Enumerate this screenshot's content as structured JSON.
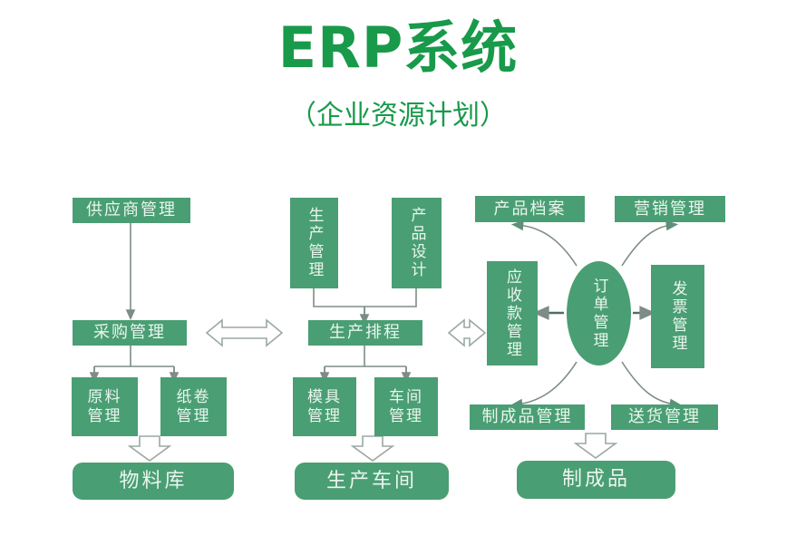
{
  "header": {
    "title": "ERP系统",
    "subtitle": "（企业资源计划）",
    "title_color": "#189a4a"
  },
  "theme": {
    "box_fill": "#4a9e73",
    "box_text": "#eaf6ef",
    "line_color": "#7d8d86",
    "arrow_outline": "#9aa9a2",
    "background": "#ffffff"
  },
  "nodes": {
    "supplier_mgmt": {
      "label": "供应商管理"
    },
    "purchase_mgmt": {
      "label": "采购管理"
    },
    "raw_material_mgmt": {
      "label": "原料\n管理"
    },
    "paper_roll_mgmt": {
      "label": "纸卷\n管理"
    },
    "material_warehouse": {
      "label": "物料库"
    },
    "production_mgmt": {
      "label": "生产管理"
    },
    "product_design": {
      "label": "产品设计"
    },
    "production_schedule": {
      "label": "生产排程"
    },
    "mold_mgmt": {
      "label": "模具\n管理"
    },
    "workshop_mgmt": {
      "label": "车间\n管理"
    },
    "production_workshop": {
      "label": "生产车间"
    },
    "product_archive": {
      "label": "产品档案"
    },
    "marketing_mgmt": {
      "label": "营销管理"
    },
    "receivable_mgmt": {
      "label": "应收款管理"
    },
    "order_mgmt": {
      "label": "订单管理"
    },
    "invoice_mgmt": {
      "label": "发票管理"
    },
    "finished_goods_mgmt": {
      "label": "制成品管理"
    },
    "delivery_mgmt": {
      "label": "送货管理"
    },
    "finished_goods": {
      "label": "制成品"
    }
  },
  "connections": [
    {
      "from": "supplier_mgmt",
      "to": "purchase_mgmt",
      "kind": "arrow-down"
    },
    {
      "from": "purchase_mgmt",
      "to": "raw_material_mgmt",
      "kind": "branch-down"
    },
    {
      "from": "purchase_mgmt",
      "to": "paper_roll_mgmt",
      "kind": "branch-down"
    },
    {
      "from": "raw_material_mgmt",
      "to": "material_warehouse",
      "kind": "block-arrow-down"
    },
    {
      "from": "production_mgmt",
      "to": "production_schedule",
      "kind": "branch-down"
    },
    {
      "from": "product_design",
      "to": "production_schedule",
      "kind": "branch-down"
    },
    {
      "from": "production_schedule",
      "to": "mold_mgmt",
      "kind": "branch-down"
    },
    {
      "from": "production_schedule",
      "to": "workshop_mgmt",
      "kind": "branch-down"
    },
    {
      "from": "mold_mgmt",
      "to": "production_workshop",
      "kind": "block-arrow-down"
    },
    {
      "from": "purchase_mgmt",
      "to": "production_schedule",
      "kind": "block-arrow-bidirectional"
    },
    {
      "from": "production_schedule",
      "to": "receivable_mgmt",
      "kind": "block-arrow-bidirectional"
    },
    {
      "from": "order_mgmt",
      "to": "receivable_mgmt",
      "kind": "arrow-left"
    },
    {
      "from": "order_mgmt",
      "to": "invoice_mgmt",
      "kind": "arrow-right"
    },
    {
      "from": "order_mgmt",
      "to": "product_archive",
      "kind": "curved-arrow"
    },
    {
      "from": "order_mgmt",
      "to": "marketing_mgmt",
      "kind": "curved-arrow"
    },
    {
      "from": "order_mgmt",
      "to": "finished_goods_mgmt",
      "kind": "curved-arrow"
    },
    {
      "from": "order_mgmt",
      "to": "delivery_mgmt",
      "kind": "curved-arrow"
    },
    {
      "from": "finished_goods_mgmt",
      "to": "finished_goods",
      "kind": "block-arrow-down"
    }
  ]
}
